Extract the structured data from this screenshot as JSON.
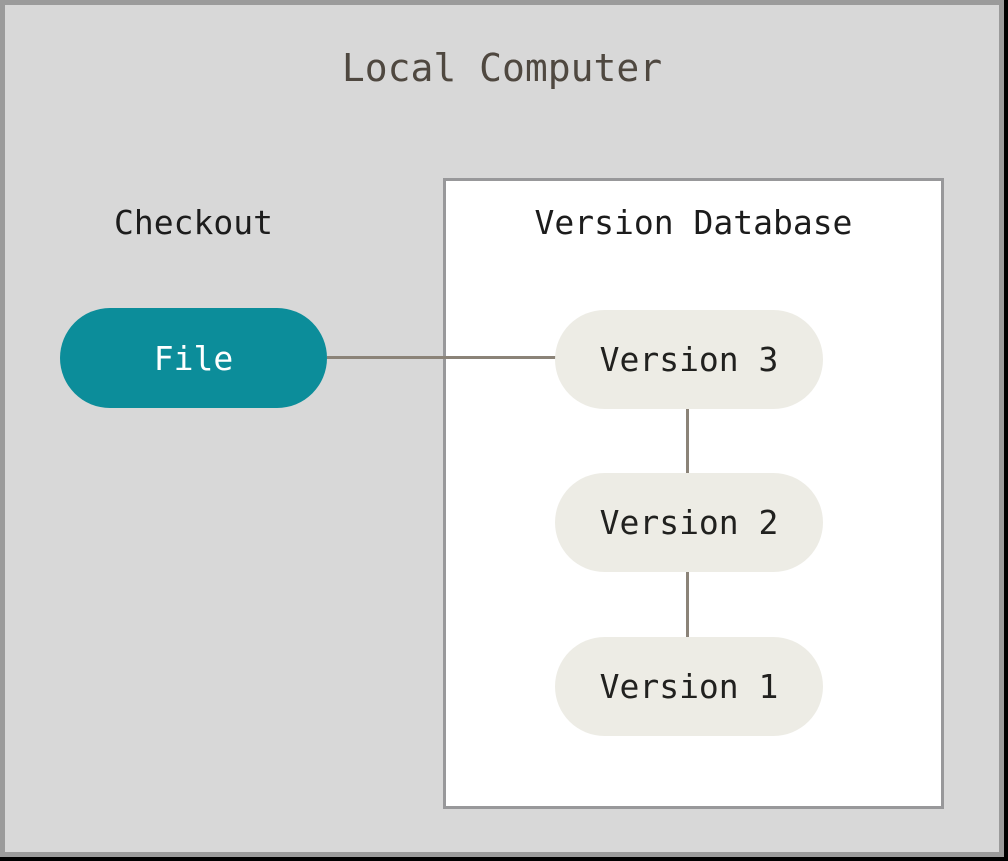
{
  "diagram": {
    "title": "Local Computer",
    "checkout": {
      "label": "Checkout",
      "file_node": "File"
    },
    "version_database": {
      "title": "Version Database",
      "versions": [
        "Version 3",
        "Version 2",
        "Version 1"
      ]
    },
    "connections": [
      {
        "from": "File",
        "to": "Version 3"
      },
      {
        "from": "Version 3",
        "to": "Version 2"
      },
      {
        "from": "Version 2",
        "to": "Version 1"
      }
    ],
    "colors": {
      "background": "#d8d8d8",
      "frame_border": "#9b9b9b",
      "file_node_fill": "#0c8d9a",
      "file_node_text": "#ffffff",
      "version_node_fill": "#edece5",
      "version_node_text": "#21211f",
      "connector_line": "#8b8378",
      "title_text": "#4f4840",
      "label_text": "#1c1c1c",
      "database_box_fill": "#ffffff",
      "database_box_border": "#98989a"
    }
  }
}
